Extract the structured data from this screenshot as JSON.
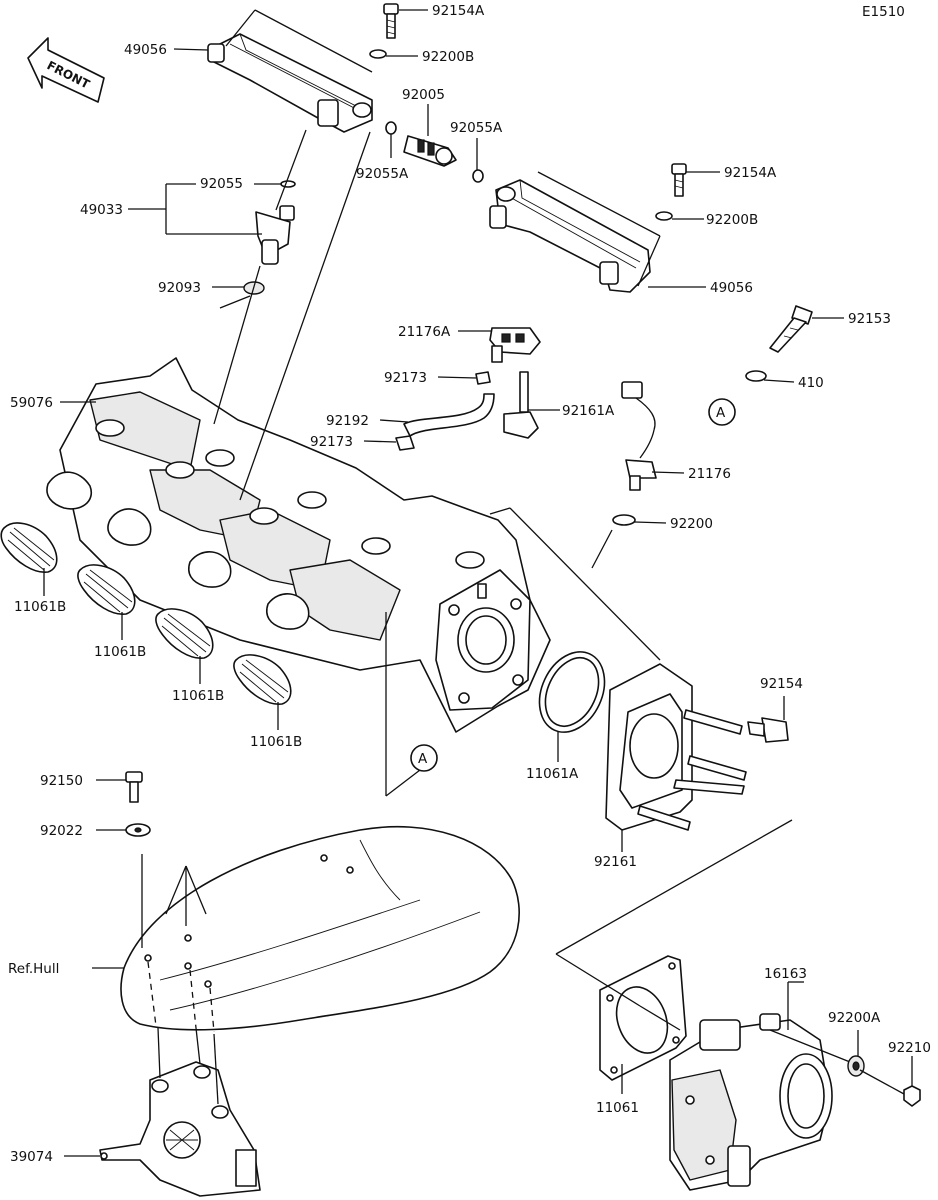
{
  "diagram_code": "E1510",
  "front_label": "FRONT",
  "ref_marker": "A",
  "labels": {
    "p92154A_top": "92154A",
    "p49056_top": "49056",
    "p92200B_top": "92200B",
    "p92005": "92005",
    "p92055A_r": "92055A",
    "p92055A_l": "92055A",
    "p92055": "92055",
    "p49033": "49033",
    "p92154A_r": "92154A",
    "p92200B_r": "92200B",
    "p92093": "92093",
    "p49056_r": "49056",
    "p21176A": "21176A",
    "p92153": "92153",
    "p92173_a": "92173",
    "p410": "410",
    "p59076": "59076",
    "p92192": "92192",
    "p92161A": "92161A",
    "p92173_b": "92173",
    "p21176": "21176",
    "p92200": "92200",
    "p11061B_1": "11061B",
    "p11061B_2": "11061B",
    "p11061B_3": "11061B",
    "p11061B_4": "11061B",
    "p92154": "92154",
    "p92150": "92150",
    "p11061A": "11061A",
    "p92022": "92022",
    "p92161": "92161",
    "pRefHull": "Ref.Hull",
    "p16163": "16163",
    "p92200A": "92200A",
    "p92210": "92210",
    "p11061": "11061",
    "p39074": "39074"
  }
}
